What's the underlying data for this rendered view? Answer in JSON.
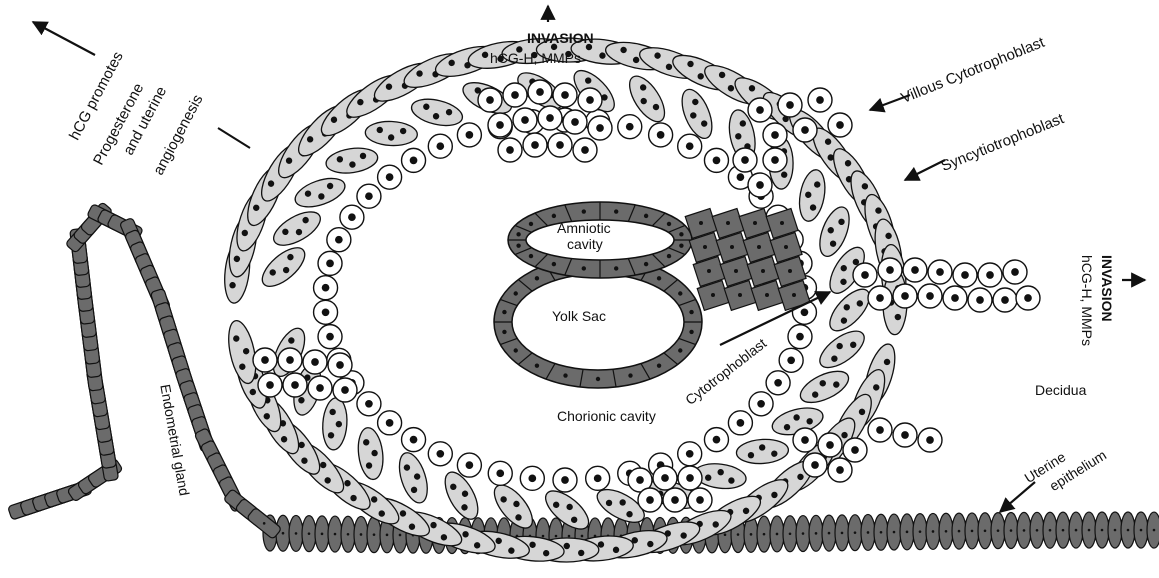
{
  "labels": {
    "invasion_top": "INVASION",
    "invasion_top_sub": "hCG-H, MMPs",
    "hcg_line1": "hCG promotes",
    "hcg_line2": "Progesterone",
    "hcg_line3": "and uterine",
    "hcg_line4": "angiogenesis",
    "villous": "Villous Cytotrophoblast",
    "syncytio": "Syncytiotrophoblast",
    "amniotic_line1": "Amniotic",
    "amniotic_line2": "cavity",
    "yolk_sac": "Yolk Sac",
    "cytotrophoblast": "Cytotrophoblast",
    "chorionic": "Chorionic cavity",
    "endometrial": "Endometrial gland",
    "invasion_right": "INVASION",
    "invasion_right_sub": "hCG-H, MMPs",
    "decidua": "Decidua",
    "uterine_line1": "Uterine",
    "uterine_line2": "epithelium"
  },
  "colors": {
    "dark_cell": "#6b6b6b",
    "light_cell": "#d6d6d6",
    "round_cell": "#ffffff",
    "outline": "#111111"
  }
}
